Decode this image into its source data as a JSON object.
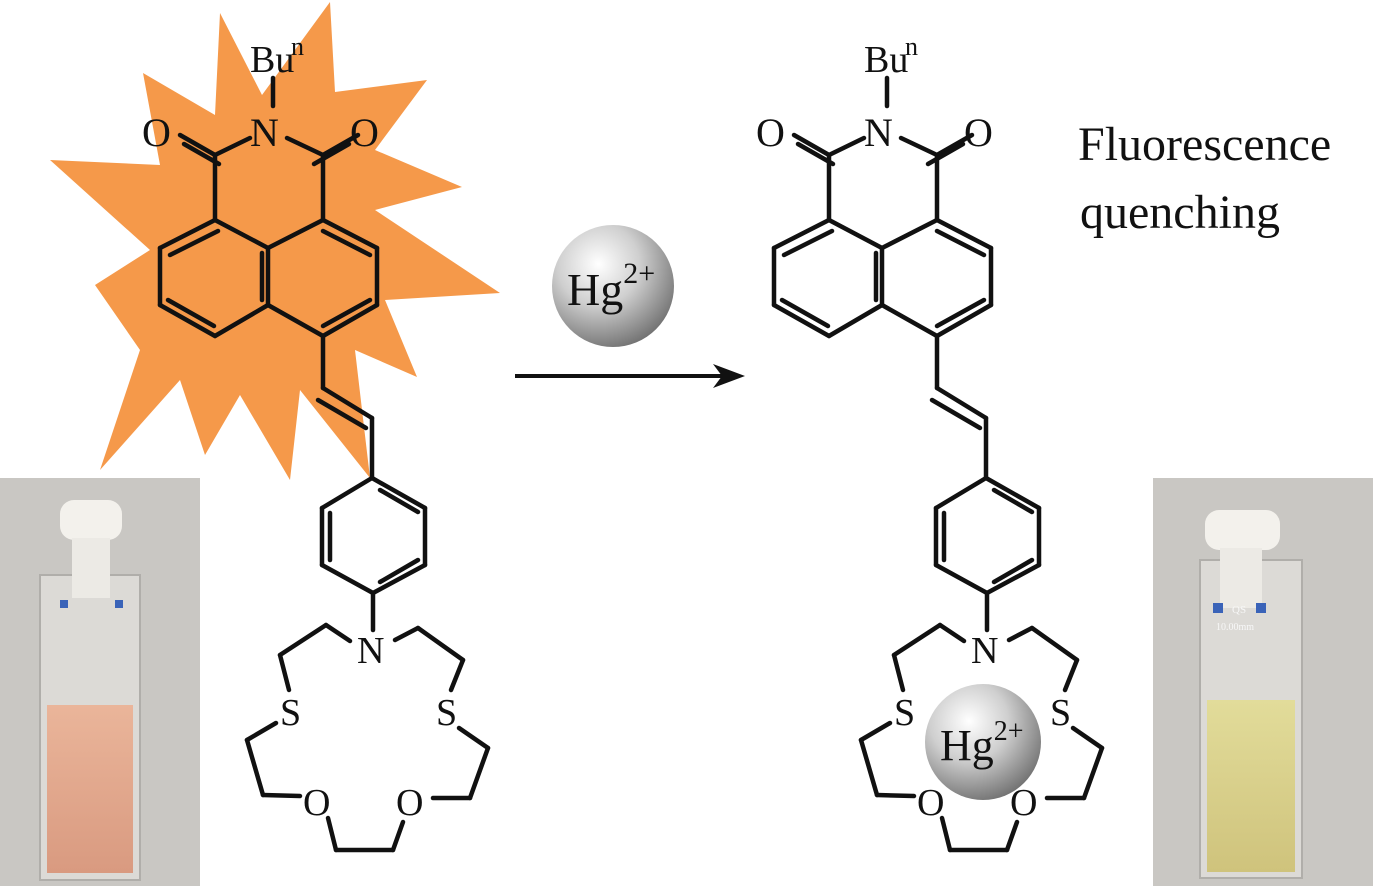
{
  "labels": {
    "butyl": "Bu",
    "butyl_sup": "n",
    "oxygen": "O",
    "nitrogen": "N",
    "sulfur": "S"
  },
  "reagent": {
    "symbol": "Hg",
    "charge": "2+"
  },
  "result_text": {
    "line1": "Fluorescence",
    "line2": "quenching"
  },
  "cuvette": {
    "brand": "QS",
    "path_length": "10.00mm"
  },
  "colors": {
    "fluorescence_burst": "#F5994A",
    "solution_before": "#E8A98A",
    "solution_after": "#D8CF8A"
  }
}
